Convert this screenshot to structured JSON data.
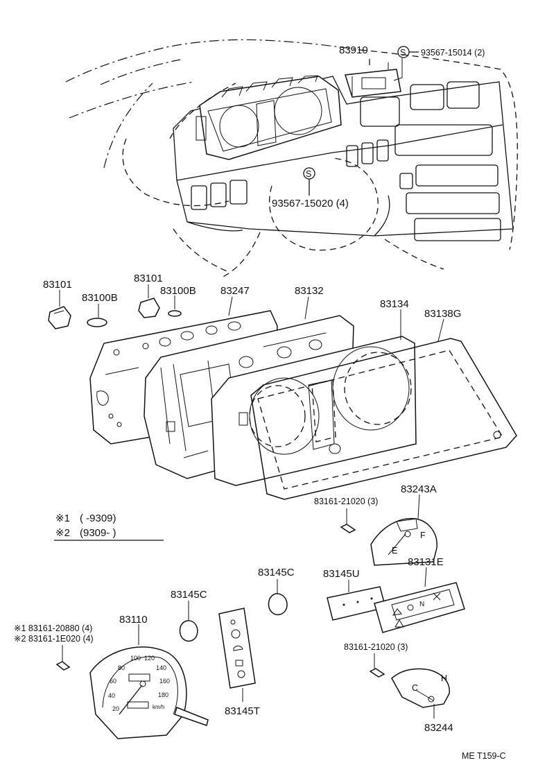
{
  "labels": {
    "l83910": "83910",
    "l93567_15014": "93567-15014 (2)",
    "l93567_15020": "93567-15020 (4)",
    "l83101_a": "83101",
    "l83100b_a": "83100B",
    "l83101_b": "83101",
    "l83100b_b": "83100B",
    "l83247": "83247",
    "l83132": "83132",
    "l83134": "83134",
    "l83138g": "83138G",
    "l83243a": "83243A",
    "l83161_21020_a": "83161-21020 (3)",
    "l83145c_a": "83145C",
    "l83145u": "83145U",
    "l83131e": "83131E",
    "l83145c_b": "83145C",
    "l83110": "83110",
    "l83161_21020_b": "83161-21020 (3)",
    "l83145t": "83145T",
    "l83244": "83244"
  },
  "screw_symbol": "S",
  "legend": {
    "row1_mark": "※1",
    "row1_range": "(      -9309)",
    "row2_mark": "※2",
    "row2_range": "(9309-        )"
  },
  "alt_parts": {
    "row1": "※1 83161-20880 (4)",
    "row2": "※2 83161-1E020 (4)"
  },
  "gauge_marks": {
    "fuel_e": "E",
    "fuel_f": "F",
    "temp_c": "C",
    "temp_h": "H",
    "speedo_unit": "km/h",
    "speedo_ticks": [
      "20",
      "40",
      "60",
      "80",
      "100",
      "120",
      "140",
      "160",
      "180"
    ]
  },
  "footer_code": "ME  T159-C",
  "icons": [
    "screw-symbol-icon",
    "bulb-socket-icon",
    "bulb-icon",
    "warning-light-icon"
  ]
}
